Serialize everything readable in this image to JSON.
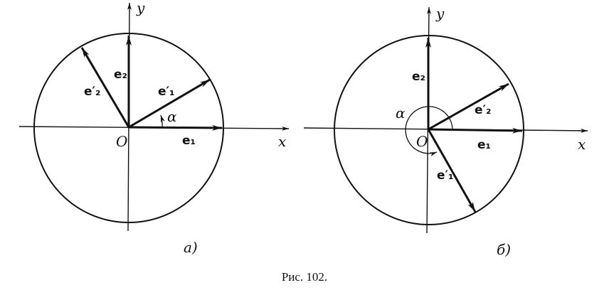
{
  "figure_a": {
    "axis_x": "x",
    "axis_y": "y",
    "origin": "O",
    "e1": "e₁",
    "e2": "e₂",
    "e1_prime": "e′₁",
    "e2_prime": "e′₂",
    "angle": "α",
    "panel_label": "а)"
  },
  "figure_b": {
    "axis_x": "x",
    "axis_y": "y",
    "origin": "O",
    "e1": "e₁",
    "e2": "e₂",
    "e1_prime": "e′₁",
    "e2_prime": "e′₂",
    "angle": "α",
    "panel_label": "б)"
  },
  "caption": "Рис. 102."
}
